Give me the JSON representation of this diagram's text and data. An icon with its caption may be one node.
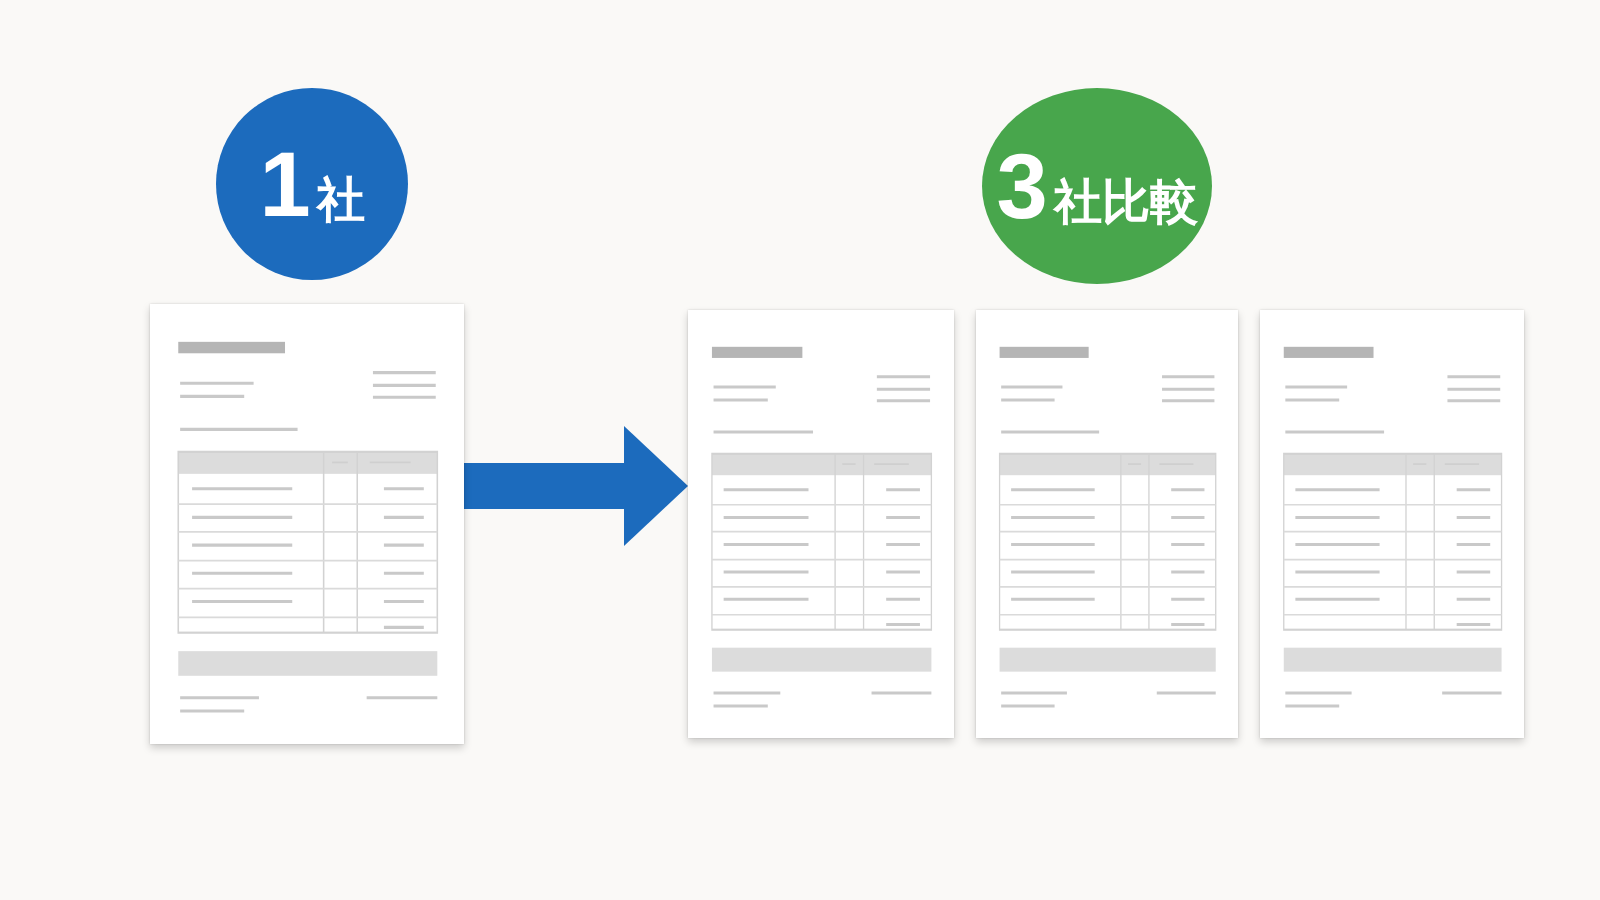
{
  "diagram": {
    "nodes": [
      {
        "text": [
          "1社"
        ]
      },
      {
        "text": [],
        "shape": "document"
      },
      {
        "text": [
          "3社比較"
        ]
      },
      {
        "text": [],
        "shape": "document"
      },
      {
        "text": [],
        "shape": "document"
      },
      {
        "text": [],
        "shape": "document"
      }
    ],
    "edges": [
      {
        "from": 1,
        "to": 3,
        "arrow": "to"
      }
    ]
  }
}
